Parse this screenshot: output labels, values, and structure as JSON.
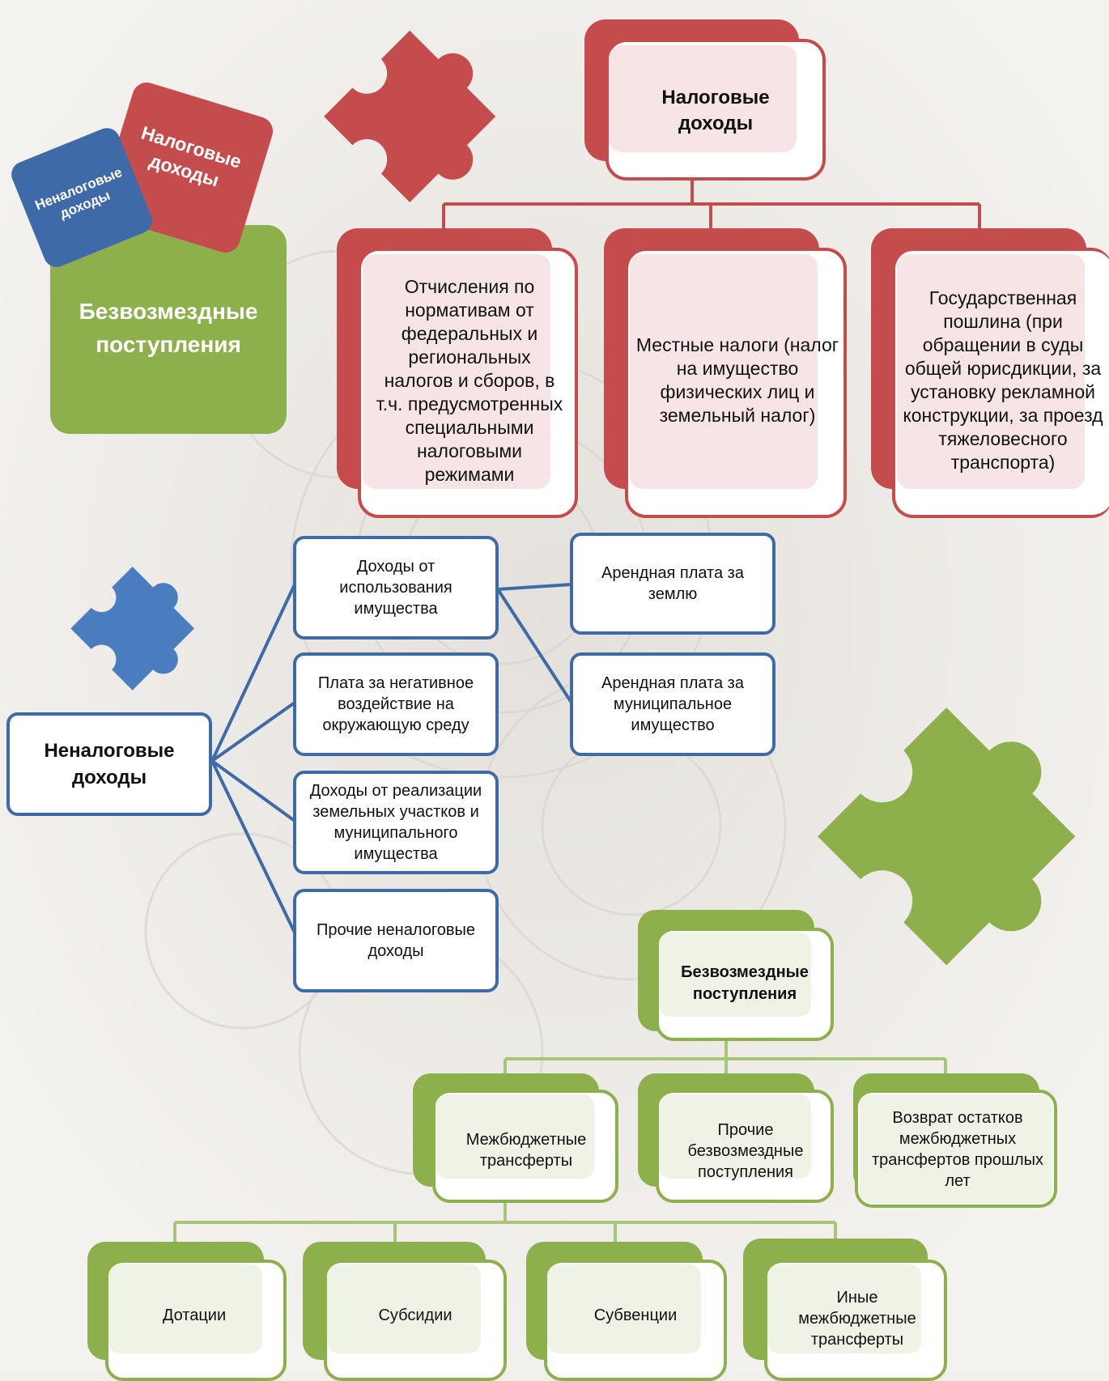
{
  "legend": {
    "tax": "Налоговые доходы",
    "nontax": "Неналоговые доходы",
    "gratuitous": "Безвозмездные поступления"
  },
  "tax": {
    "title": "Налоговые доходы",
    "items": [
      "Отчисления по нормативам от федеральных и региональных налогов и сборов, в т.ч. предусмотренных специальными налоговыми режимами",
      "Местные налоги (налог на имущество физических лиц и земельный налог)",
      "Государственная пошлина (при обращении в суды общей юрисдикции, за установку рекламной конструкции, за проезд тяжеловесного транспорта)"
    ]
  },
  "nontax": {
    "title": "Неналоговые доходы",
    "items": [
      "Доходы от использования имущества",
      "Плата за негативное воздействие на окружающую среду",
      "Доходы от реализации земельных участков и муниципального имущества",
      "Прочие неналоговые доходы"
    ],
    "sub_items": [
      "Арендная плата за землю",
      "Арендная плата за муниципальное имущество"
    ]
  },
  "gratuitous": {
    "title": "Безвозмездные поступления",
    "items": [
      "Межбюджетные трансферты",
      "Прочие безвозмездные поступления",
      "Возврат остатков межбюджетных трансфертов прошлых лет"
    ],
    "transfers": [
      "Дотации",
      "Субсидии",
      "Субвенции",
      "Иные межбюджетные трансферты"
    ]
  },
  "colors": {
    "red": "#c54c4c",
    "red_light": "#f6e4e6",
    "blue": "#3f6aa8",
    "blue_puzzle": "#4a7cc0",
    "green": "#8db04c",
    "green_light": "#eff3e6"
  },
  "icons": [
    "red-puzzle-icon",
    "blue-puzzle-icon",
    "green-puzzle-icon"
  ]
}
